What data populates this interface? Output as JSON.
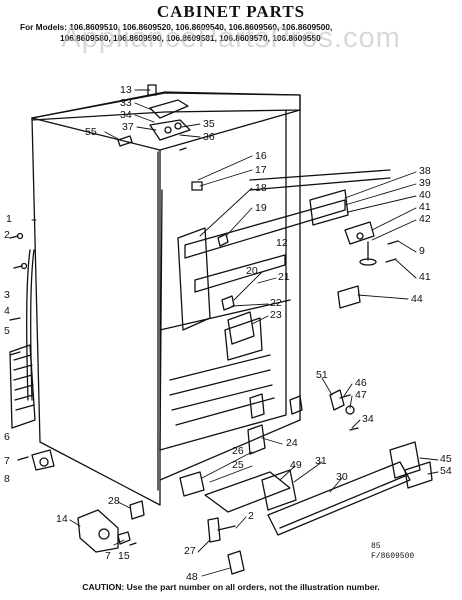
{
  "title": "CABINET PARTS",
  "models_line1": "For Models: 106.8609510, 106.8609520, 106.8609540, 106.8609560, 106.8609500,",
  "models_line2": "106.8609580, 106.8609590, 106.8609581, 106.8609570, 106.8609550",
  "watermark": "AppliancePartsPros.com",
  "footer": "CAUTION: Use the part number on all orders, not the illustration number.",
  "code_line1": "85",
  "code_line2": "F/8609500",
  "callouts": [
    "13",
    "33",
    "34",
    "37",
    "35",
    "36",
    "55",
    "16",
    "17",
    "18",
    "19",
    "38",
    "39",
    "40",
    "41",
    "42",
    "9",
    "41",
    "12",
    "20",
    "21",
    "22",
    "23",
    "44",
    "1",
    "2",
    "3",
    "4",
    "5",
    "6",
    "51",
    "46",
    "47",
    "34",
    "7",
    "8",
    "24",
    "26",
    "25",
    "49",
    "31",
    "30",
    "45",
    "54",
    "28",
    "14",
    "2",
    "7",
    "15",
    "27",
    "48"
  ]
}
